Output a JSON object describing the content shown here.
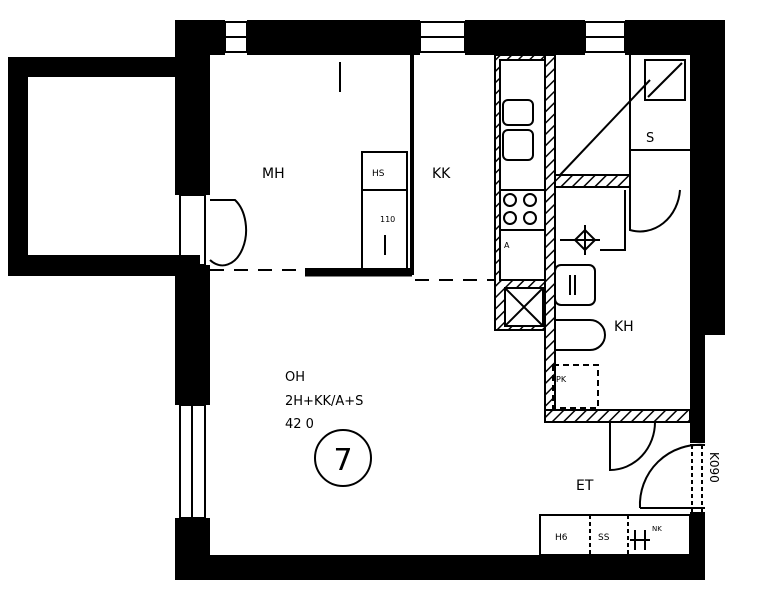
{
  "plan": {
    "apartment_number": "7",
    "apartment_label": "OH",
    "apartment_type": "2H+KK/A+S",
    "area": "42 0",
    "rooms": {
      "bedroom": "MH",
      "kitchenette": "KK",
      "sauna": "S",
      "bathroom": "KH",
      "entry": "ET"
    },
    "fixtures": {
      "wardrobe_hs": "HS",
      "wardrobe_h6": "H6",
      "wardrobe_ss": "SS",
      "cabinet_nk": "NK",
      "cabinet_110": "110",
      "dishwasher": "A",
      "drying_cabinet": "PK"
    },
    "door_label": "K090"
  }
}
